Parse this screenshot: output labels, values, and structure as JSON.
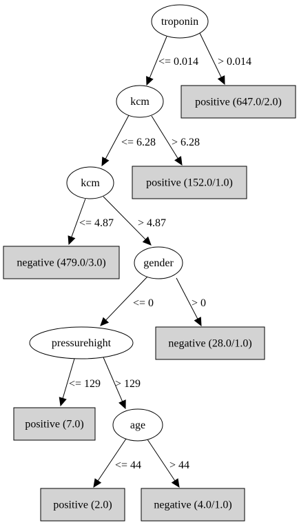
{
  "colors": {
    "background": "#ffffff",
    "stroke": "#000000",
    "leaf_fill": "#d3d3d3",
    "split_fill": "#ffffff"
  },
  "tree": {
    "nodes": [
      {
        "id": "n_troponin",
        "kind": "split",
        "label": "troponin"
      },
      {
        "id": "n_kcm1",
        "kind": "split",
        "label": "kcm"
      },
      {
        "id": "n_leaf_pos_647",
        "kind": "leaf",
        "label": "positive (647.0/2.0)"
      },
      {
        "id": "n_kcm2",
        "kind": "split",
        "label": "kcm"
      },
      {
        "id": "n_leaf_pos_152",
        "kind": "leaf",
        "label": "positive (152.0/1.0)"
      },
      {
        "id": "n_leaf_neg_479",
        "kind": "leaf",
        "label": "negative (479.0/3.0)"
      },
      {
        "id": "n_gender",
        "kind": "split",
        "label": "gender"
      },
      {
        "id": "n_pressure",
        "kind": "split",
        "label": "pressurehight"
      },
      {
        "id": "n_leaf_neg_28",
        "kind": "leaf",
        "label": "negative (28.0/1.0)"
      },
      {
        "id": "n_leaf_pos_7",
        "kind": "leaf",
        "label": "positive (7.0)"
      },
      {
        "id": "n_age",
        "kind": "split",
        "label": "age"
      },
      {
        "id": "n_leaf_pos_2",
        "kind": "leaf",
        "label": "positive (2.0)"
      },
      {
        "id": "n_leaf_neg_4",
        "kind": "leaf",
        "label": "negative (4.0/1.0)"
      }
    ],
    "edges": [
      {
        "id": "e_troponin_le",
        "from": "n_troponin",
        "to": "n_kcm1",
        "label": "<= 0.014"
      },
      {
        "id": "e_troponin_gt",
        "from": "n_troponin",
        "to": "n_leaf_pos_647",
        "label": "> 0.014"
      },
      {
        "id": "e_kcm1_le",
        "from": "n_kcm1",
        "to": "n_kcm2",
        "label": "<= 6.28"
      },
      {
        "id": "e_kcm1_gt",
        "from": "n_kcm1",
        "to": "n_leaf_pos_152",
        "label": "> 6.28"
      },
      {
        "id": "e_kcm2_le",
        "from": "n_kcm2",
        "to": "n_leaf_neg_479",
        "label": "<= 4.87"
      },
      {
        "id": "e_kcm2_gt",
        "from": "n_kcm2",
        "to": "n_gender",
        "label": "> 4.87"
      },
      {
        "id": "e_gender_le",
        "from": "n_gender",
        "to": "n_pressure",
        "label": "<= 0"
      },
      {
        "id": "e_gender_gt",
        "from": "n_gender",
        "to": "n_leaf_neg_28",
        "label": "> 0"
      },
      {
        "id": "e_pressure_le",
        "from": "n_pressure",
        "to": "n_leaf_pos_7",
        "label": "<= 129"
      },
      {
        "id": "e_pressure_gt",
        "from": "n_pressure",
        "to": "n_age",
        "label": "> 129"
      },
      {
        "id": "e_age_le",
        "from": "n_age",
        "to": "n_leaf_pos_2",
        "label": "<= 44"
      },
      {
        "id": "e_age_gt",
        "from": "n_age",
        "to": "n_leaf_neg_4",
        "label": "> 44"
      }
    ]
  }
}
